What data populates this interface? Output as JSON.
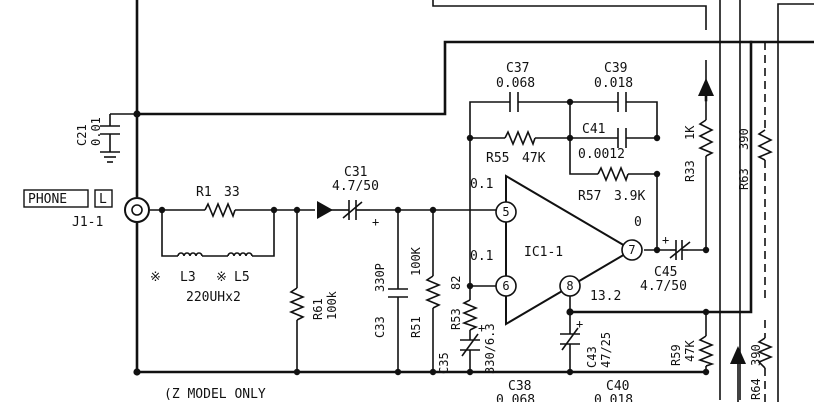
{
  "connector": {
    "name": "PHONE",
    "channel": "L",
    "ref": "J1-1"
  },
  "ic": {
    "ref": "IC1-1",
    "pins": [
      "5",
      "6",
      "7",
      "8"
    ]
  },
  "voltages": {
    "pin5": "0.1",
    "pin6": "0.1",
    "pin7": "0",
    "pin8": "13.2"
  },
  "components": {
    "C21": {
      "ref": "C21",
      "value": "0.01"
    },
    "R1": {
      "ref": "R1",
      "value": "33"
    },
    "C31": {
      "ref": "C31",
      "value": "4.7/50"
    },
    "C37": {
      "ref": "C37",
      "value": "0.068"
    },
    "C39": {
      "ref": "C39",
      "value": "0.018"
    },
    "C41": {
      "ref": "C41",
      "value": "0.0012"
    },
    "R55": {
      "ref": "R55",
      "value": "47K"
    },
    "R57": {
      "ref": "R57",
      "value": "3.9K"
    },
    "R33": {
      "ref": "R33",
      "value": "1K"
    },
    "R63": {
      "ref": "R63",
      "value": "390"
    },
    "L3": {
      "ref": "L3"
    },
    "L5": {
      "ref": "L5"
    },
    "Lvalue": "220UHx2",
    "R61": {
      "ref": "R61",
      "value": "100k"
    },
    "C33": {
      "ref": "C33",
      "value": "330P"
    },
    "R51": {
      "ref": "R51",
      "value": "100K"
    },
    "R53": {
      "ref": "R53",
      "value": "82"
    },
    "C35": {
      "ref": "C35",
      "value": "330/6.3"
    },
    "C43": {
      "ref": "C43",
      "value": "47/25"
    },
    "C45": {
      "ref": "C45",
      "value": "4.7/50"
    },
    "R59": {
      "ref": "R59",
      "value": "47K"
    },
    "R64": {
      "ref": "R64",
      "value": "390"
    },
    "C38": {
      "ref": "C38",
      "value": "0.068"
    },
    "C40": {
      "ref": "C40",
      "value": "0.018"
    }
  },
  "notes": {
    "model": "(Z MODEL ONLY",
    "asterisk": "※",
    "plus": "+"
  }
}
